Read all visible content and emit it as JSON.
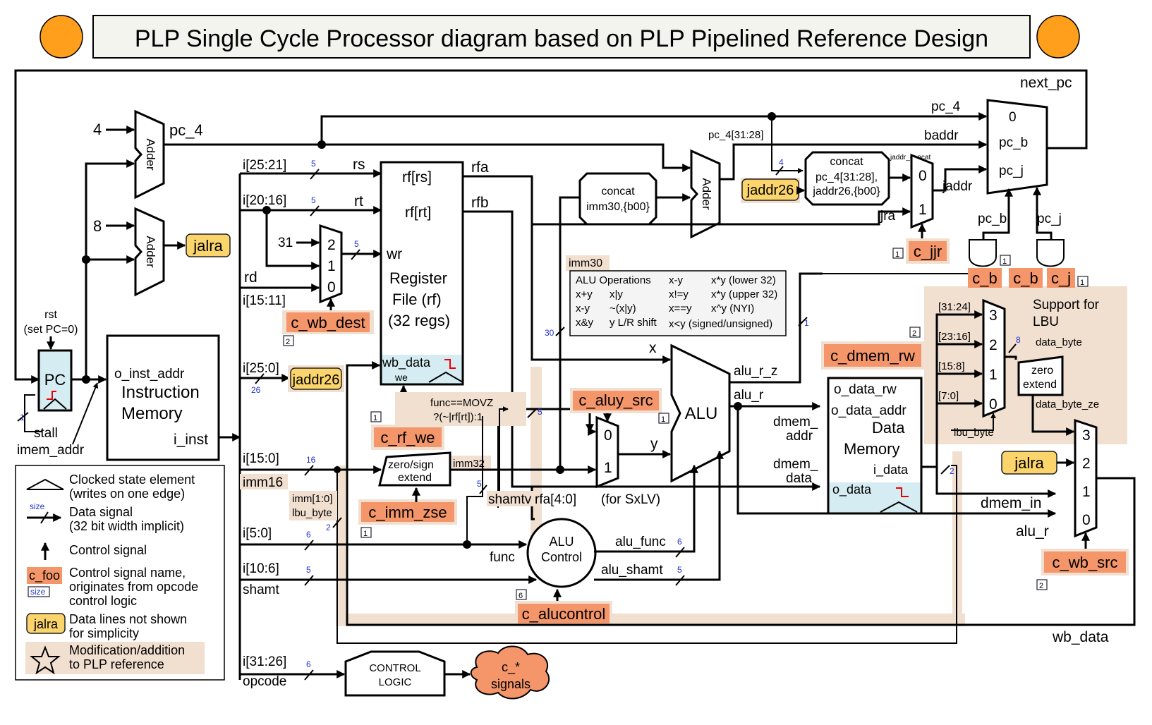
{
  "title": "PLP Single Cycle Processor diagram based on PLP Pipelined Reference Design",
  "colors": {
    "control": "#f4956a",
    "dataline": "#fbd46b",
    "modification": "#f1dfd0",
    "clocked": "#d5ecf2",
    "orange_sun": "#ff9f1c"
  },
  "pc": {
    "label": "PC",
    "rst": "rst",
    "rst_note": "(set PC=0)",
    "stall": "stall",
    "imem_addr": "imem_addr"
  },
  "adders": {
    "label": "Adder",
    "const4": "4",
    "const8": "8",
    "pc_4": "pc_4"
  },
  "imem": {
    "o_inst_addr": "o_inst_addr",
    "name1": "Instruction",
    "name2": "Memory",
    "i_inst": "i_inst"
  },
  "fields": {
    "i25_21": "i[25:21]",
    "rs": "rs",
    "i20_16": "i[20:16]",
    "rt": "rt",
    "rd": "rd",
    "i15_11": "i[15:11]",
    "c31": "31",
    "i25_0": "i[25:0]",
    "i15_0": "i[15:0]",
    "imm16": "imm16",
    "i5_0": "i[5:0]",
    "i10_6": "i[10:6]",
    "shamt": "shamt",
    "i31_26": "i[31:26]",
    "opcode": "opcode",
    "imm1_0": "imm[1:0]",
    "lbu_byte": "lbu_byte"
  },
  "sizes": {
    "s5": "5",
    "s16": "16",
    "s26": "26",
    "s6": "6",
    "s2": "2",
    "s4": "4",
    "s30": "30",
    "s8": "8",
    "s1": "1"
  },
  "mux": {
    "m2": "2",
    "m1": "1",
    "m0": "0",
    "m3": "3"
  },
  "regfile": {
    "rf_rs": "rf[rs]",
    "rf_rt": "rf[rt]",
    "wr": "wr",
    "name1": "Register",
    "name2": "File (rf)",
    "name3": "(32 regs)",
    "wb_data": "wb_data",
    "we": "we",
    "rfa": "rfa",
    "rfb": "rfb"
  },
  "signals": {
    "c_wb_dest": "c_wb_dest",
    "c_rf_we": "c_rf_we",
    "c_imm_zse": "c_imm_zse",
    "c_aluy_src": "c_aluy_src",
    "c_alucontrol": "c_alucontrol",
    "c_dmem_rw": "c_dmem_rw",
    "c_jjr": "c_jjr",
    "c_b": "c_b",
    "c_j": "c_j",
    "c_wb_src": "c_wb_src",
    "jalra": "jalra",
    "jaddr26": "jaddr26",
    "c_star": "c_*",
    "signals_word": "signals"
  },
  "badges": {
    "b1": "1",
    "b2": "2",
    "b6": "6"
  },
  "movz": {
    "cond1": "func==MOVZ",
    "cond2": "?(~|rf[rt]):1"
  },
  "zse": {
    "l1": "zero/sign",
    "l2": "extend",
    "imm32": "imm32"
  },
  "alu": {
    "label": "ALU",
    "x": "x",
    "y": "y",
    "alu_r_z": "alu_r_z",
    "alu_r": "alu_r",
    "shamtv": "shamtv",
    "rfa4_0": "rfa[4:0]",
    "sxlv": "(for SxLV)",
    "imm30": "imm30"
  },
  "aluctl": {
    "l1": "ALU",
    "l2": "Control",
    "func": "func",
    "alu_func": "alu_func",
    "alu_shamt": "alu_shamt"
  },
  "aluops": {
    "title": "ALU Operations",
    "rows": [
      [
        "x+y",
        "x|y",
        "x!=y",
        "x*y (lower 32)"
      ],
      [
        "x-y",
        "~(x|y)",
        "x==y",
        "x*y (upper 32)"
      ],
      [
        "x&y",
        "y L/R shift",
        "x<y (signed/unsigned)",
        ""
      ]
    ],
    "col3_head": "x-y",
    "col4_nyi": "x^y (NYI)"
  },
  "concat1": {
    "l1": "concat",
    "l2": "imm30,{b00}"
  },
  "concat2": {
    "l1": "concat",
    "l2": "pc_4[31:28],",
    "l3": "jaddr26,{b00}",
    "jaddr_concat": "jaddr_concat",
    "pc4_31_28": "pc_4[31:28]"
  },
  "next": {
    "next_pc": "next_pc",
    "pc_4": "pc_4",
    "baddr": "baddr",
    "jaddr": "jaddr",
    "jra": "jra",
    "in0": "0",
    "in_pc_b": "pc_b",
    "in_pc_j": "pc_j",
    "pc_b": "pc_b",
    "pc_j": "pc_j"
  },
  "dmem": {
    "o_data_rw": "o_data_rw",
    "o_data_addr": "o_data_addr",
    "name1": "Data",
    "name2": "Memory",
    "i_data": "i_data",
    "o_data": "o_data",
    "dmem_addr1": "dmem_",
    "dmem_addr2": "addr",
    "dmem_data1": "dmem_",
    "dmem_data2": "data"
  },
  "lbu": {
    "title1": "Support for",
    "title2": "LBU",
    "b31_24": "[31:24]",
    "b23_16": "[23:16]",
    "b15_8": "[15:8]",
    "b7_0": "[7:0]",
    "data_byte": "data_byte",
    "ze1": "zero",
    "ze2": "extend",
    "data_byte_ze": "data_byte_ze",
    "lbu_byte": "lbu_byte"
  },
  "wb": {
    "dmem_in": "dmem_in",
    "alu_r": "alu_r",
    "wb_data": "wb_data"
  },
  "ctrl": {
    "l1": "CONTROL",
    "l2": "LOGIC"
  },
  "legend": {
    "clocked1": "Clocked state element",
    "clocked2": "(writes on one edge)",
    "size": "size",
    "data1": "Data signal",
    "data2": "(32 bit width implicit)",
    "control": "Control signal",
    "cfoo": "c_foo",
    "cname1": "Control signal name,",
    "cname2": "originates from opcode",
    "cname3": "control logic",
    "jalra": "jalra",
    "jalra1": "Data lines not shown",
    "jalra2": "for simplicity",
    "mod1": "Modification/addition",
    "mod2": "to PLP reference"
  }
}
